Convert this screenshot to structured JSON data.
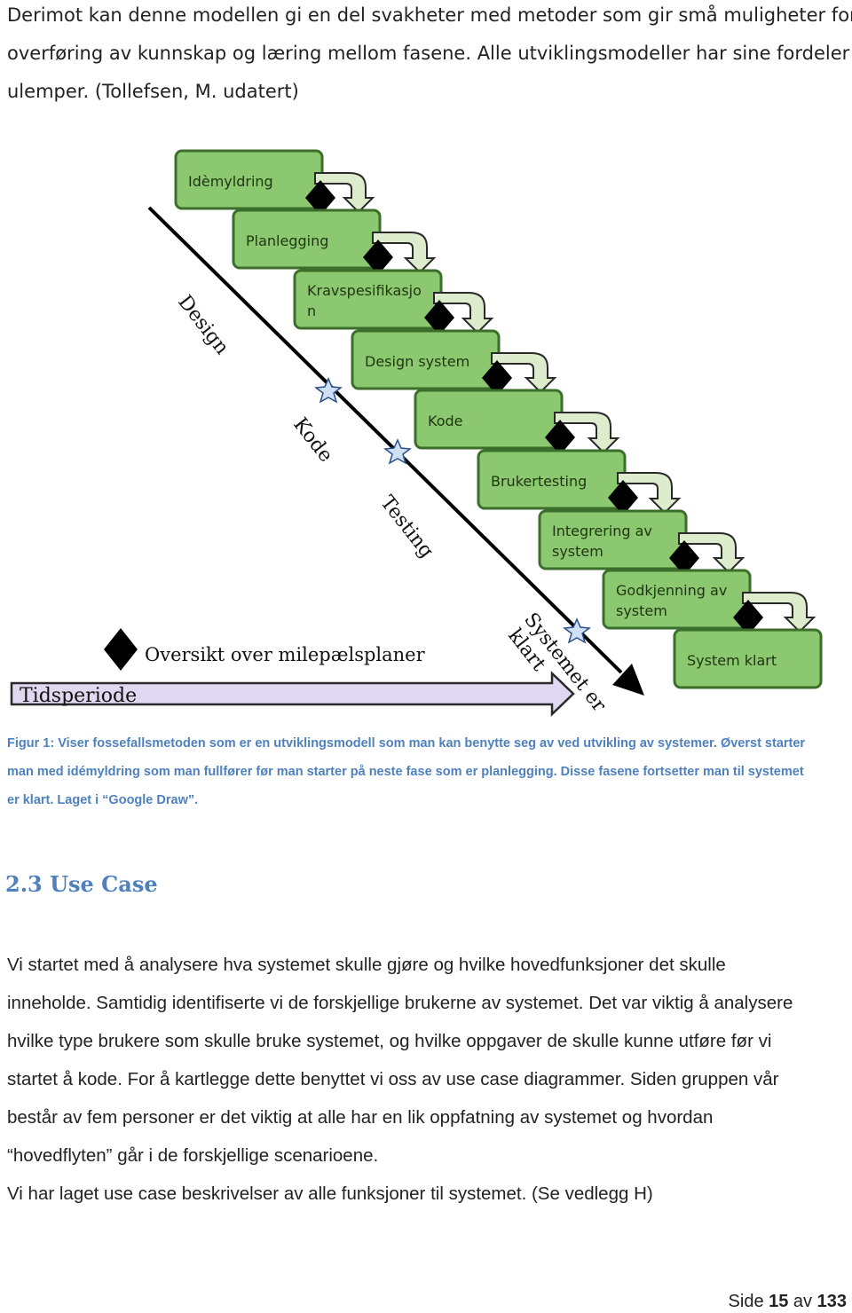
{
  "intro_lines": [
    "Derimot kan denne modellen gi en del svakheter med metoder som gir små muligheter for",
    "overføring av kunnskap og læring mellom fasene. Alle utviklingsmodeller har sine fordeler og",
    "ulemper. (Tollefsen, M. udatert)"
  ],
  "figure": {
    "phases": [
      [
        "Idèmyldring"
      ],
      [
        "Planlegging"
      ],
      [
        "Kravspesifikasjo",
        "n"
      ],
      [
        "Design system"
      ],
      [
        "Kode"
      ],
      [
        "Brukertesting"
      ],
      [
        "Integrering av",
        "system"
      ],
      [
        "Godkjenning av",
        "system"
      ],
      [
        "System klart"
      ]
    ],
    "axis_labels": [
      "Design",
      "Kode",
      "Testing",
      "Systemet er",
      "klart"
    ],
    "legend_label": "Oversikt over milepælsplaner",
    "timeline_label": "Tidsperiode",
    "colors": {
      "box_fill": "#8cc870",
      "box_border": "#3a6e2a",
      "arrow_fill": "#dceccc",
      "timeline_fill": "#e0d8f0"
    }
  },
  "caption_lines": [
    "Figur 1: Viser fossefallsmetoden som er en utviklingsmodell som man kan benytte seg av ved utvikling av systemer. Øverst starter",
    "man med idémyldring som man fullfører før man starter på neste fase som er planlegging. Disse fasene fortsetter man til systemet",
    "er klart. Laget i “Google Draw”."
  ],
  "heading": "2.3 Use Case",
  "body_lines": [
    "Vi startet med å analysere hva systemet skulle gjøre og hvilke hovedfunksjoner det skulle",
    "inneholde. Samtidig identifiserte vi de forskjellige brukerne av systemet. Det var viktig å analysere",
    "hvilke type brukere som skulle bruke systemet, og hvilke oppgaver de skulle kunne utføre før vi",
    "startet å kode. For å kartlegge dette benyttet vi oss av use case diagrammer. Siden gruppen vår",
    "består av fem personer er det viktig at alle har en lik oppfatning av systemet og hvordan",
    "“hovedflyten” går i de forskjellige scenarioene.",
    "Vi har laget use case beskrivelser av alle funksjoner til systemet. (Se vedlegg H)"
  ],
  "footer": {
    "prefix": "Side ",
    "page": "15",
    "mid": " av ",
    "total": "133"
  }
}
